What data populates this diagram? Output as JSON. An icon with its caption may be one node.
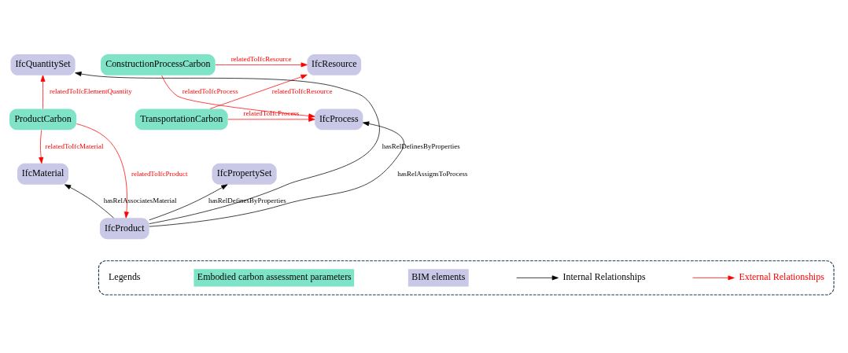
{
  "diagram": {
    "nodes": [
      {
        "text": [
          "IfcQuantitySet"
        ]
      },
      {
        "text": [
          "IfcResource"
        ]
      },
      {
        "text": [
          "ConstructionProcessCarbon"
        ]
      },
      {
        "text": [
          "ProductCarbon"
        ]
      },
      {
        "text": [
          "TransportationCarbon"
        ]
      },
      {
        "text": [
          "IfcProcess"
        ]
      },
      {
        "text": [
          "IfcMaterial"
        ]
      },
      {
        "text": [
          "IfcPropertySet"
        ]
      },
      {
        "text": [
          "IfcProduct"
        ]
      },
      {
        "text": [
          "Legends"
        ]
      }
    ],
    "edges": [
      {
        "from": 2,
        "to": 1,
        "arrow": "to",
        "label": "relatedToIfcResource"
      },
      {
        "from": 3,
        "to": 0,
        "arrow": "to",
        "label": "relatedToIfcElementQuantity"
      },
      {
        "from": 4,
        "to": 1,
        "arrow": "to",
        "label": "relatedToIfcResource"
      },
      {
        "from": 2,
        "to": 5,
        "arrow": "to",
        "label": "relatedToIfcProcess"
      },
      {
        "from": 4,
        "to": 5,
        "arrow": "to",
        "label": "relatedToIfcProcess"
      },
      {
        "from": 3,
        "to": 6,
        "arrow": "to",
        "label": "relatedToIfcMaterial"
      },
      {
        "from": 3,
        "to": 8,
        "arrow": "to",
        "label": "relatedToIfcProduct"
      },
      {
        "from": 8,
        "to": 0,
        "arrow": "to",
        "label": "hasRelDefinesByProperties",
        "color": "#000000"
      },
      {
        "from": 8,
        "to": 6,
        "arrow": "to",
        "label": "hasRelAssociatesMaterial",
        "color": "#000000"
      },
      {
        "from": 8,
        "to": 7,
        "arrow": "to",
        "label": "hasRelDefinesByProperties",
        "color": "#000000"
      },
      {
        "from": 8,
        "to": 5,
        "arrow": "to",
        "label": "hasRelAssignsToProcess",
        "color": "#000000"
      }
    ],
    "legend": [
      {
        "text": "Embodied carbon assessment parameters",
        "color": "#7fe3c8"
      },
      {
        "text": "BIM elements",
        "color": "#c9c8e6"
      },
      {
        "text": "Internal Relationships"
      },
      {
        "text": "External Relationships"
      }
    ]
  }
}
